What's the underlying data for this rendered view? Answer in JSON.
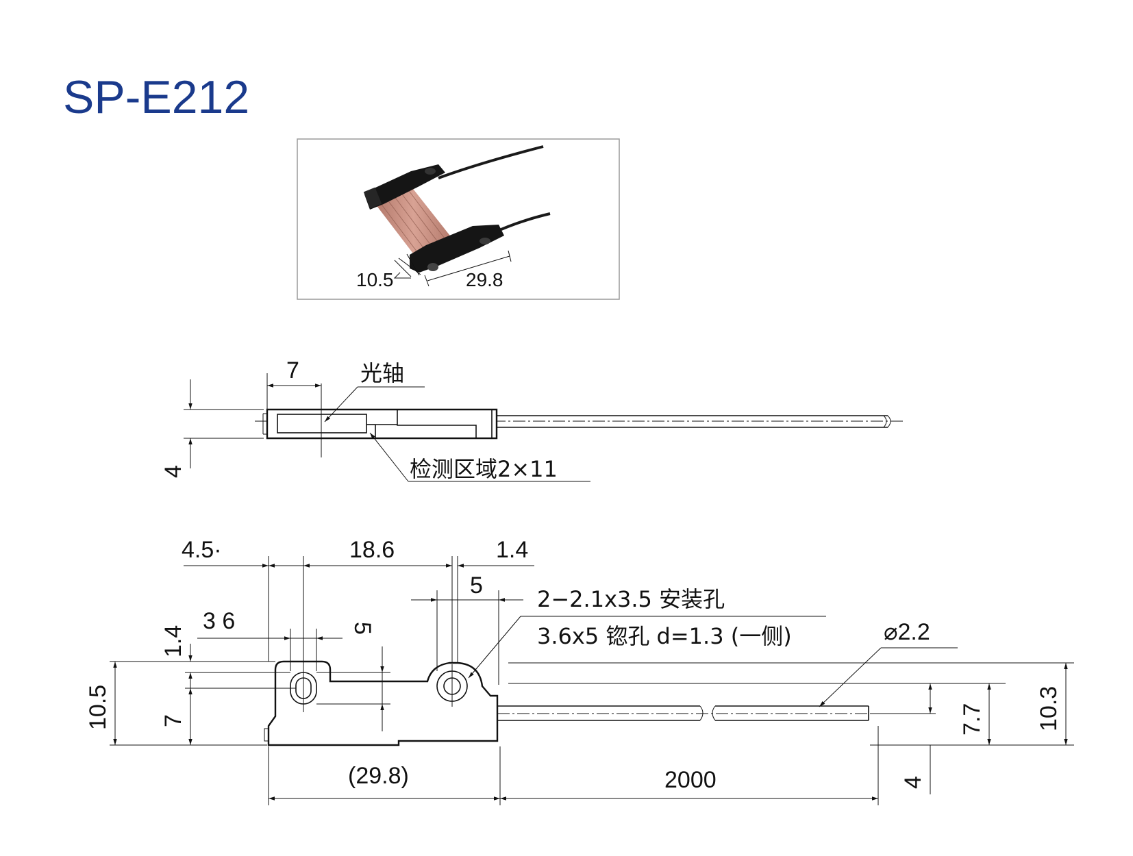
{
  "title": "SP-E212",
  "photo": {
    "dim_width": "10.5",
    "dim_length": "29.8"
  },
  "top_view": {
    "dim_optical_axis_offset": "7",
    "label_optical_axis": "光轴",
    "dim_thickness": "4",
    "label_detection_area": "检测区域2×11"
  },
  "side_view": {
    "dim_4_5": "4.5·",
    "dim_18_6": "18.6",
    "dim_1_4_top": "1.4",
    "dim_5_horiz": "5",
    "label_mount_holes": "2−2.1x3.5 安装孔",
    "label_counterbore": "3.6x5 锪孔 d=1.3 (一侧)",
    "dim_3_6": "3 6",
    "dim_5_vert": "5",
    "dim_1_4_left": "1.4",
    "dim_10_5": "10.5",
    "dim_7": "7",
    "dim_cable_diameter": "⌀2.2",
    "dim_7_7": "7.7",
    "dim_10_3": "10.3",
    "dim_4_right": "4",
    "dim_body_length": "(29.8)",
    "dim_cable_length": "2000"
  },
  "colors": {
    "title": "#1a3a8c",
    "line": "#111111"
  }
}
